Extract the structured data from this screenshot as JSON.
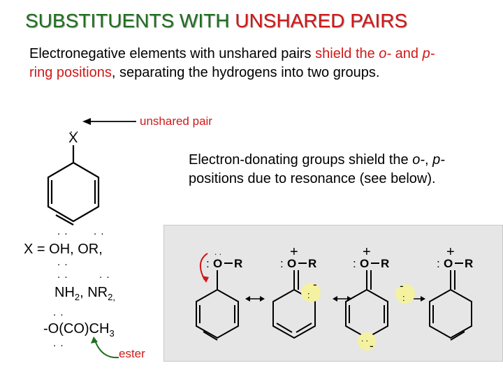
{
  "title": {
    "part1": "SUBSTITUENTS WITH ",
    "part2": "UNSHARED PAIRS"
  },
  "intro": {
    "seg1": "Electronegative elements with unshared pairs ",
    "seg2": "shield the ",
    "seg3": "o-",
    "seg4": " and ",
    "seg5": "p-",
    "seg6": " ring positions",
    "seg7": ", separating the hydrogens into two groups."
  },
  "benzene_diagram": {
    "atom_label": "X",
    "unshared_pair_label": "unshared pair"
  },
  "donating_note": {
    "seg1": "Electron-donating groups shield the ",
    "seg2": "o-",
    "seg3": ", ",
    "seg4": "p-",
    "seg5": " positions due to resonance (see below)."
  },
  "substituents": {
    "line1": "X = OH, OR,",
    "line2_a": "NH",
    "line2_sub1": "2",
    "line2_b": ", NR",
    "line2_sub2": "2,",
    "line3_a": "-O(CO)CH",
    "line3_sub": "3",
    "ester_label": "ester"
  },
  "resonance": {
    "atom_o": "O",
    "group_r": "R",
    "plus": "+",
    "minus": "-",
    "lone_pair": ":"
  },
  "colors": {
    "title_green": "#1f6f1f",
    "accent_red": "#d01818",
    "panel_gray": "#e6e6e6",
    "charge_highlight": "#f4f2a0"
  }
}
